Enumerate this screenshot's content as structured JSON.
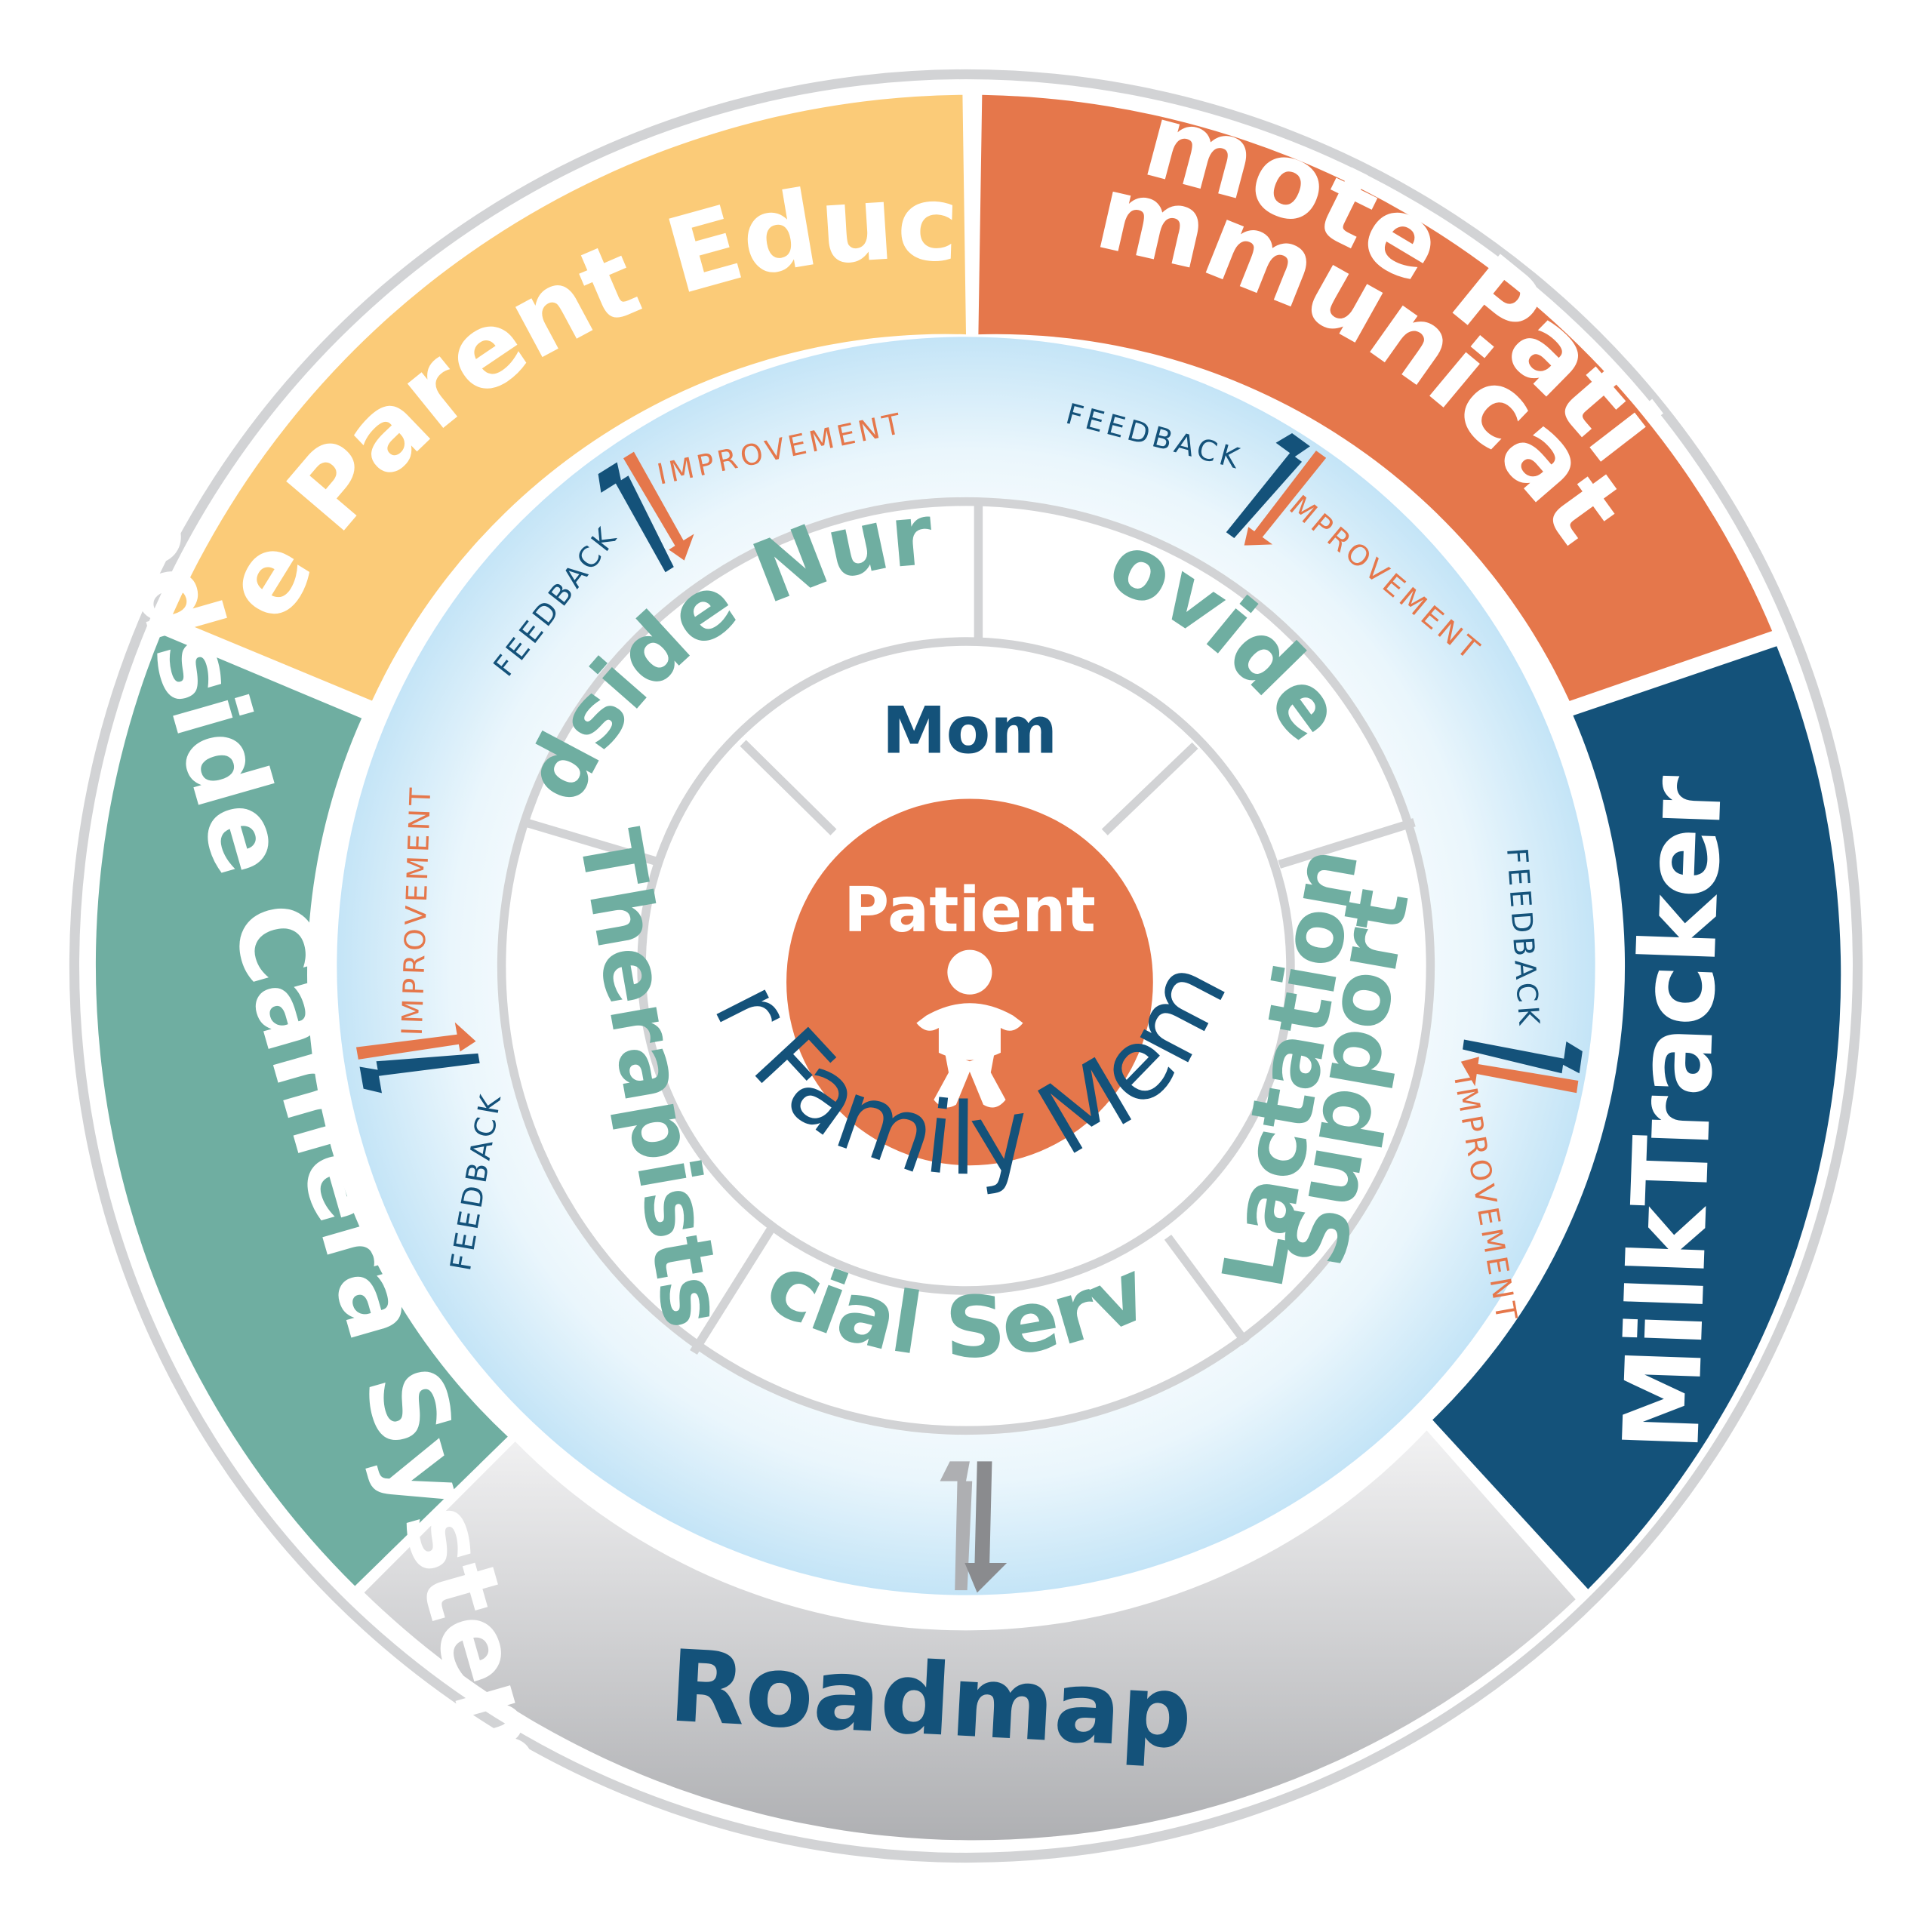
{
  "colors": {
    "yellow": "#FBCB78",
    "orange": "#E5774B",
    "navy": "#14527A",
    "teal": "#6FAEA1",
    "gray": "#BDBEC0",
    "ring_gray": "#D2D3D5",
    "sky": "#BFE2F6",
    "team_text": "#6FAEA1",
    "feedback_text": "#14527A",
    "improvement_text": "#E5774B"
  },
  "outer_segments": {
    "online_parent_education": "Online Parent Education",
    "remote_line1": "Remote Patient",
    "remote_line2": "Communication",
    "milktracker": "MilkTracker",
    "roadmap": "Roadmap",
    "bedside_camera_system": "Bedside Camera System"
  },
  "care_team": {
    "bedside_nurses": "Bedside Nurses",
    "providers": "Providers",
    "lactation_line1": "Lactation",
    "lactation_line2": "Support",
    "social_service": "Social Service",
    "therapists": "Therapists"
  },
  "family": {
    "mom": "Mom",
    "other_family_members": "Other Family Members"
  },
  "center": {
    "patient": "Patient",
    "icon": "baby-icon"
  },
  "flow_labels": {
    "feedback": "FEEDBACK",
    "improvement": "IMPROVEMENT"
  }
}
